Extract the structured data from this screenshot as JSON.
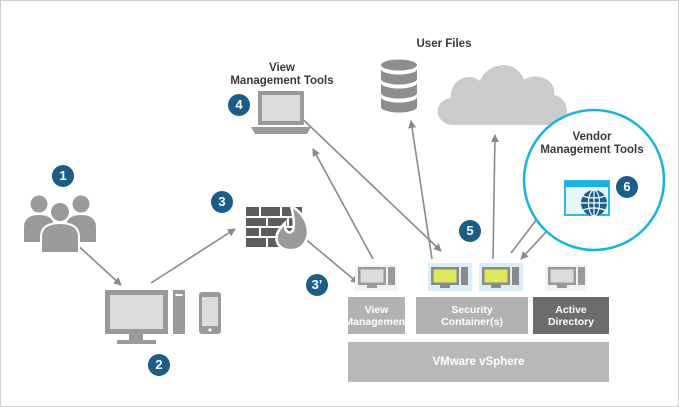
{
  "labels": {
    "user_files": "User Files",
    "view_tools_line1": "View",
    "view_tools_line2": "Management Tools",
    "vendor_tools_line1": "Vendor",
    "vendor_tools_line2": "Management Tools"
  },
  "badges": {
    "b1": "1",
    "b2": "2",
    "b3": "3",
    "b3prime": "3’",
    "b4": "4",
    "b5": "5",
    "b6": "6"
  },
  "blocks": {
    "view_management_line1": "View",
    "view_management_line2": "Management",
    "security_line1": "Security",
    "security_line2": "Container(s)",
    "active_directory_line1": "Active",
    "active_directory_line2": "Directory",
    "vsphere": "VMware vSphere"
  },
  "colors": {
    "badge": "#1b5d86",
    "accent_cyan": "#1ab2e5",
    "icon_gray": "#9a9a9a",
    "screen_yellow": "#dfe85a",
    "block_light": "#b2b2b2",
    "block_dark": "#6c6c6c",
    "vsphere": "#b8b8b8"
  }
}
